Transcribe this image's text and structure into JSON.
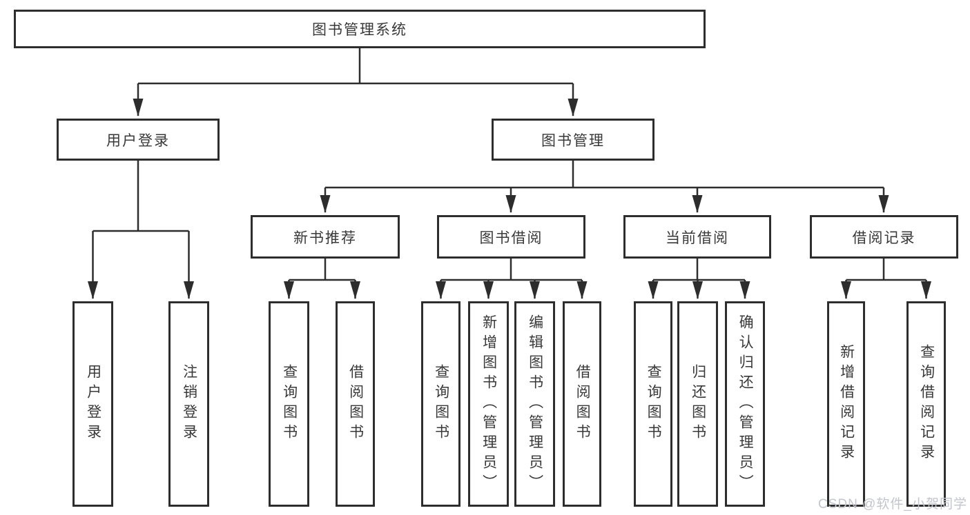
{
  "meta": {
    "diagram_type": "hierarchy-tree",
    "colors": {
      "line": "#2d2d2d",
      "border": "#2d2d2d",
      "text": "#383838",
      "background": "#ffffff",
      "watermark_text_color": "#c2c5cd"
    }
  },
  "watermark": "CSDN @软件_小贺同学",
  "tree": {
    "root": {
      "label": "图书管理系统",
      "children": [
        {
          "label": "用户登录",
          "children": [
            {
              "label": "用户登录"
            },
            {
              "label": "注销登录"
            }
          ]
        },
        {
          "label": "图书管理",
          "children": [
            {
              "label": "新书推荐",
              "children": [
                {
                  "label": "查询图书"
                },
                {
                  "label": "借阅图书"
                }
              ]
            },
            {
              "label": "图书借阅",
              "children": [
                {
                  "label": "查询图书"
                },
                {
                  "label": "新增图书（管理员）"
                },
                {
                  "label": "编辑图书（管理员）"
                },
                {
                  "label": "借阅图书"
                }
              ]
            },
            {
              "label": "当前借阅",
              "children": [
                {
                  "label": "查询图书"
                },
                {
                  "label": "归还图书"
                },
                {
                  "label": "确认归还（管理员）"
                }
              ]
            },
            {
              "label": "借阅记录",
              "children": [
                {
                  "label": "新增借阅记录"
                },
                {
                  "label": "查询借阅记录"
                }
              ]
            }
          ]
        }
      ]
    }
  }
}
